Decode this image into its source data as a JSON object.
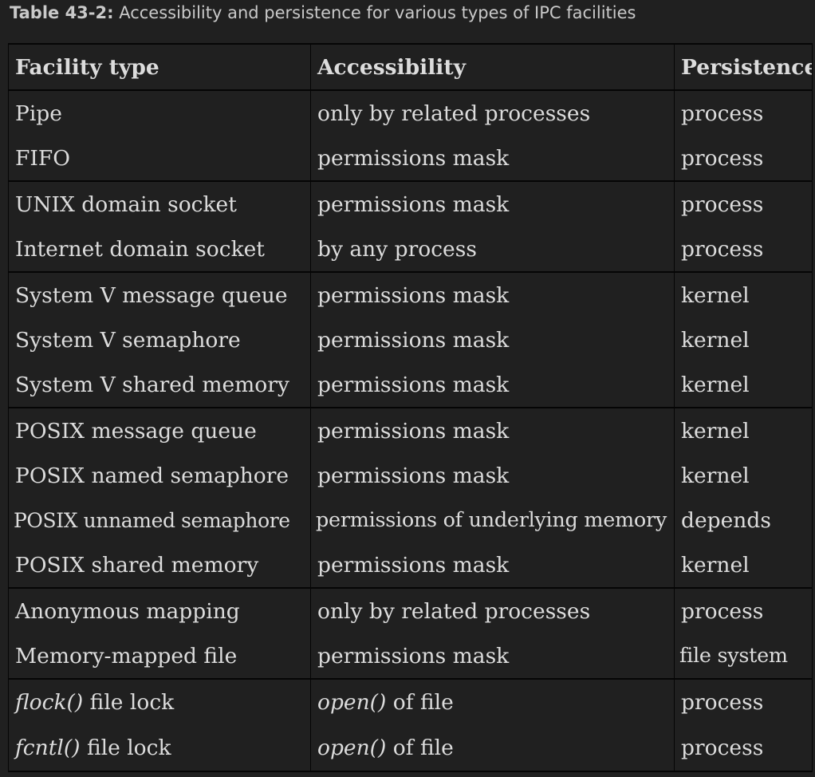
{
  "caption": {
    "label": "Table 43-2:",
    "text": " Accessibility and persistence for various types of IPC facilities"
  },
  "table": {
    "headers": [
      "Facility type",
      "Accessibility",
      "Persistence"
    ],
    "rows": [
      {
        "facility": "Pipe",
        "accessibility": "only by related processes",
        "persistence": "process"
      },
      {
        "facility": "FIFO",
        "accessibility": "permissions mask",
        "persistence": "process"
      },
      {
        "facility": "UNIX domain socket",
        "accessibility": "permissions mask",
        "persistence": "process"
      },
      {
        "facility": "Internet domain socket",
        "accessibility": "by any process",
        "persistence": "process"
      },
      {
        "facility": "System V message queue",
        "accessibility": "permissions mask",
        "persistence": "kernel"
      },
      {
        "facility": "System V semaphore",
        "accessibility": "permissions mask",
        "persistence": "kernel"
      },
      {
        "facility": "System V shared memory",
        "accessibility": "permissions mask",
        "persistence": "kernel"
      },
      {
        "facility": "POSIX message queue",
        "accessibility": "permissions mask",
        "persistence": "kernel"
      },
      {
        "facility": "POSIX named semaphore",
        "accessibility": "permissions mask",
        "persistence": "kernel"
      },
      {
        "facility": "POSIX unnamed semaphore",
        "accessibility": "permissions of underlying memory",
        "persistence": "depends"
      },
      {
        "facility": "POSIX shared memory",
        "accessibility": "permissions mask",
        "persistence": "kernel"
      },
      {
        "facility": "Anonymous mapping",
        "accessibility": "only by related processes",
        "persistence": "process"
      },
      {
        "facility": "Memory-mapped file",
        "accessibility": "permissions mask",
        "persistence": "file system"
      },
      {
        "facility_fn": "flock()",
        "facility_rest": " file lock",
        "accessibility_fn": "open()",
        "accessibility_rest": " of file",
        "persistence": "process"
      },
      {
        "facility_fn": "fcntl()",
        "facility_rest": " file lock",
        "accessibility_fn": "open()",
        "accessibility_rest": " of file",
        "persistence": "process"
      }
    ]
  }
}
